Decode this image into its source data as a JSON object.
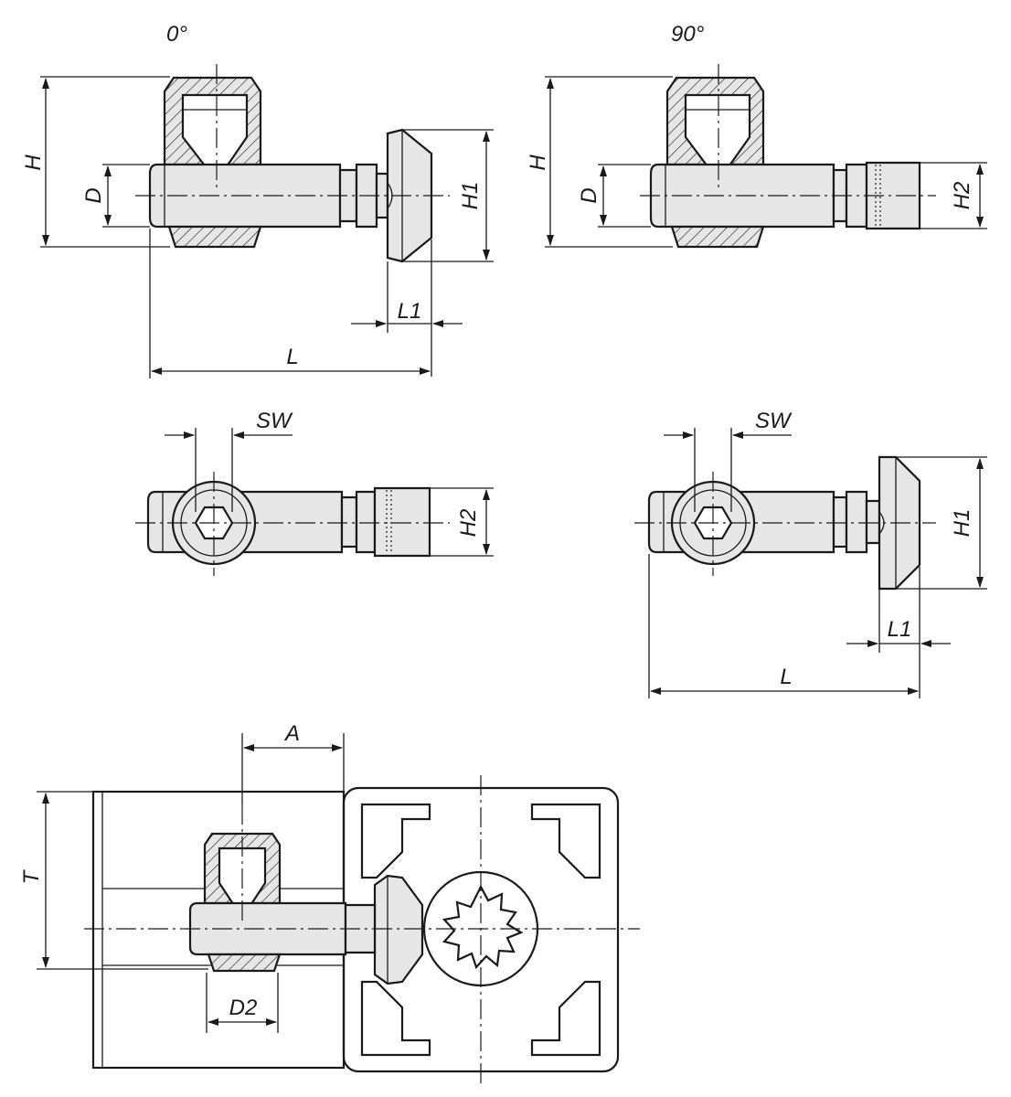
{
  "views": {
    "top_left": {
      "caption": "0°"
    },
    "top_right": {
      "caption": "90°"
    }
  },
  "dimension_labels": {
    "H": "H",
    "D": "D",
    "H1": "H1",
    "H2": "H2",
    "L": "L",
    "L1": "L1",
    "SW": "SW",
    "A": "A",
    "T": "T",
    "D2": "D2"
  },
  "colors": {
    "part_fill": "#e6e6e6",
    "line": "#1a1a1a",
    "background": "#ffffff"
  }
}
